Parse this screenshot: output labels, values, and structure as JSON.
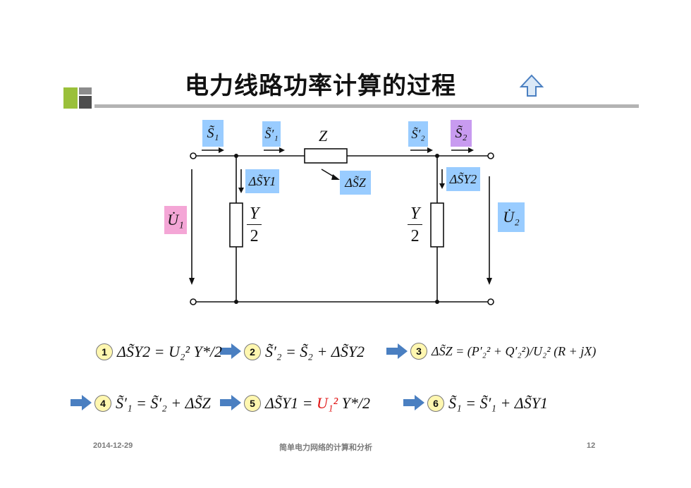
{
  "slide": {
    "title": "电力线路功率计算的过程",
    "footer_date": "2014-12-29",
    "footer_title": "简单电力网络的计算和分析",
    "page_number": "12"
  },
  "circuit": {
    "S1": "S̃₁",
    "S1p": "S̃′₁",
    "Z": "Z",
    "S2p": "S̃′₂",
    "S2": "S̃₂",
    "dSY1": "ΔS̃Y1",
    "dSZ": "ΔS̃Z",
    "dSY2": "ΔS̃Y2",
    "U1": "U̇₁",
    "U2": "U̇₂",
    "Y_num": "Y",
    "Y_den": "2"
  },
  "steps": [
    {
      "num": "1",
      "eq": "ΔS̃Y2 = U₂² Y*/2"
    },
    {
      "num": "2",
      "eq": "S̃′₂ = S̃₂ + ΔS̃Y2"
    },
    {
      "num": "3",
      "eq": "ΔS̃Z = (P′₂² + Q′₂²)/U₂² (R + jX)"
    },
    {
      "num": "4",
      "eq": "S̃′₁ = S̃′₂ + ΔS̃Z"
    },
    {
      "num": "5",
      "eq_pre": "ΔS̃Y1 = ",
      "eq_red": "U₁²",
      "eq_post": " Y*/2"
    },
    {
      "num": "6",
      "eq": "S̃₁ = S̃′₁ + ΔS̃Y1"
    }
  ],
  "colors": {
    "label_blue": "#99ccff",
    "label_violet": "#c89bf0",
    "label_pink": "#f4a6d6",
    "arrow_fill": "#4a7fc1",
    "deco_green": "#9ac03a",
    "deco_gray": "#8c8c8c"
  },
  "icons": [
    "up-arrow-icon",
    "step-arrow-icon"
  ]
}
